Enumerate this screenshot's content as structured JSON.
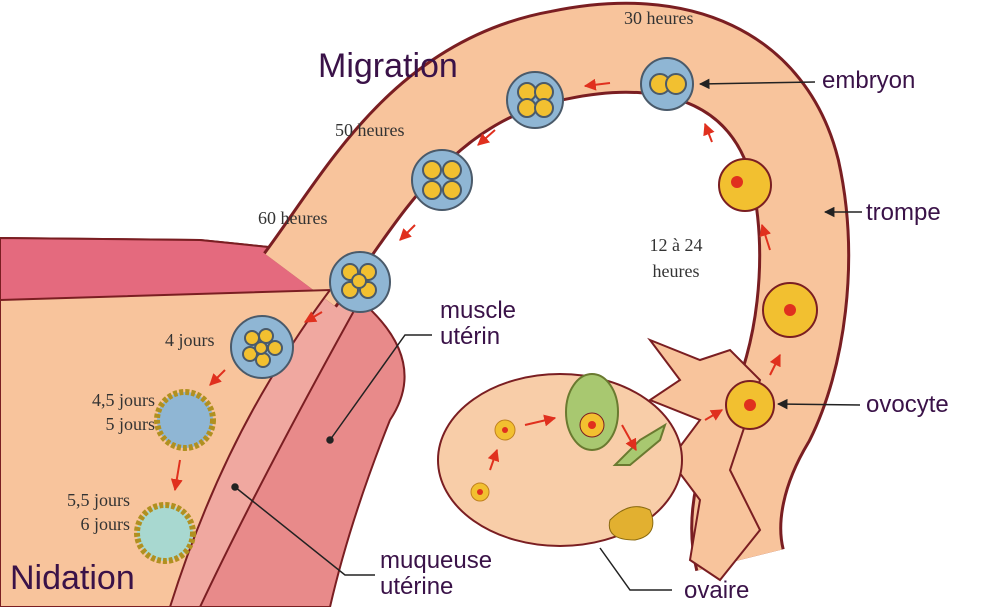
{
  "titles": {
    "migration": "Migration",
    "nidation": "Nidation"
  },
  "labels": {
    "embryon": "embryon",
    "trompe": "trompe",
    "ovocyte": "ovocyte",
    "ovaire": "ovaire",
    "muscle_1": "muscle",
    "muscle_2": "utérin",
    "muqueuse_1": "muqueuse",
    "muqueuse_2": "utérine"
  },
  "times": {
    "t30": "30 heures",
    "t50": "50 heures",
    "t60": "60 heures",
    "t12_1": "12 à 24",
    "t12_2": "heures",
    "j4": "4 jours",
    "j45": "4,5 jours",
    "j5": "5 jours",
    "j55": "5,5 jours",
    "j6": "6 jours"
  },
  "colors": {
    "tube": "#f8c49c",
    "outline": "#7a1e22",
    "muscle": "#e46a7e",
    "label": "#3a1248",
    "arrow": "#e0301e",
    "cell": "#f2c030",
    "embryo_bg": "#8fb6d4"
  }
}
